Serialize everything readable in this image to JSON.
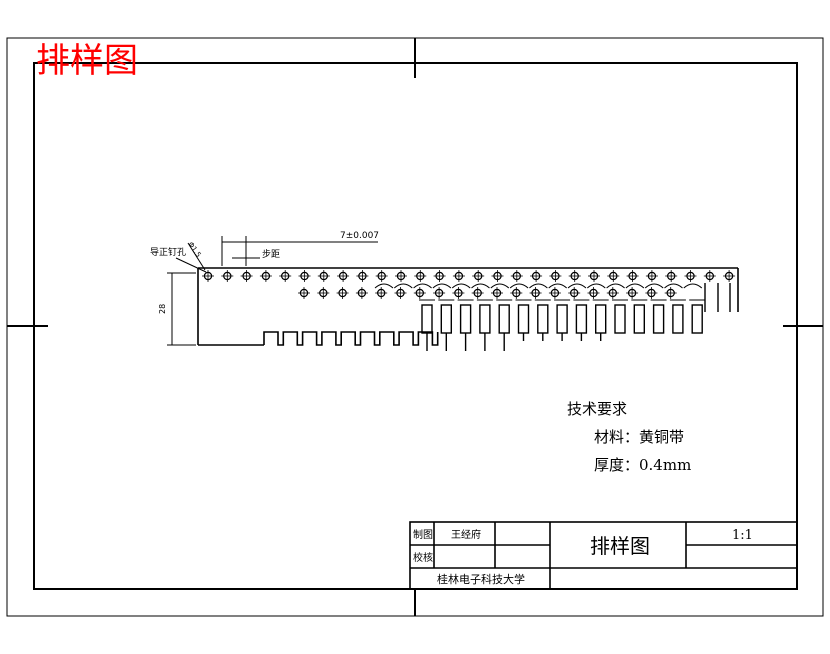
{
  "header": {
    "title": "排样图",
    "title_color": "#ff0000"
  },
  "dimensions": {
    "pilot_hole_label": "导正钉孔",
    "pilot_hole_size": "Φ1.5",
    "pitch_label": "步距",
    "tolerance_label": "7±0.007",
    "height_label": "28"
  },
  "requirements": {
    "heading": "技术要求",
    "material": "材料：黄铜带",
    "thickness": "厚度：0.4mm"
  },
  "title_block": {
    "drawn_label": "制图",
    "drawn_name": "王经府",
    "check_label": "校核",
    "drawing_name": "排样图",
    "scale": "1:1",
    "school": "桂林电子科技大学"
  }
}
